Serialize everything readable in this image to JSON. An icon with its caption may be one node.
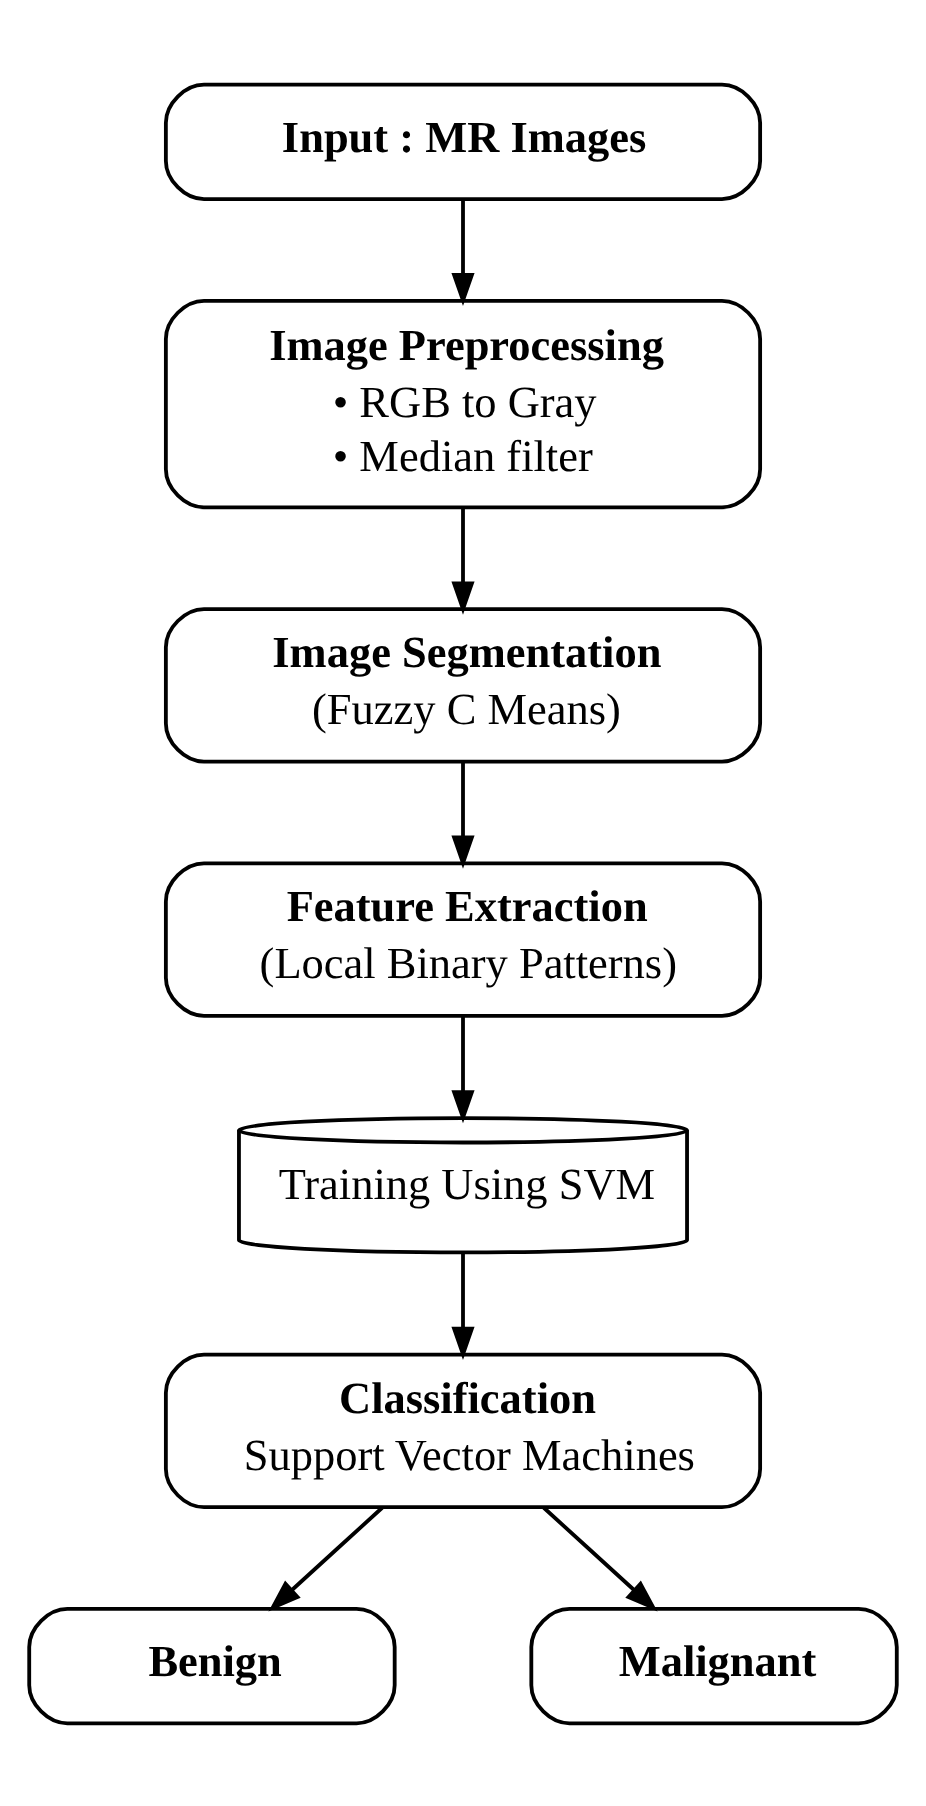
{
  "diagram": {
    "nodes": [
      {
        "text": [
          "Input : MR Images"
        ]
      },
      {
        "text": [
          "Image Preprocessing",
          "• RGB to Gray",
          "• Median filter"
        ]
      },
      {
        "text": [
          "Image Segmentation",
          "(Fuzzy C Means)"
        ]
      },
      {
        "text": [
          "Feature Extraction",
          "(Local Binary Patterns)"
        ]
      },
      {
        "text": [
          "Training Using SVM"
        ]
      },
      {
        "text": [
          "Classification",
          "Support Vector Machines"
        ]
      },
      {
        "text": [
          "Benign"
        ]
      },
      {
        "text": [
          "Malignant"
        ]
      }
    ],
    "edges": [
      {
        "from": 0,
        "to": 1,
        "arrow": "to"
      },
      {
        "from": 1,
        "to": 2,
        "arrow": "to"
      },
      {
        "from": 2,
        "to": 3,
        "arrow": "to"
      },
      {
        "from": 3,
        "to": 4,
        "arrow": "to"
      },
      {
        "from": 4,
        "to": 5,
        "arrow": "to"
      },
      {
        "from": 5,
        "to": 6,
        "arrow": "to"
      },
      {
        "from": 5,
        "to": 7,
        "arrow": "to"
      }
    ]
  }
}
